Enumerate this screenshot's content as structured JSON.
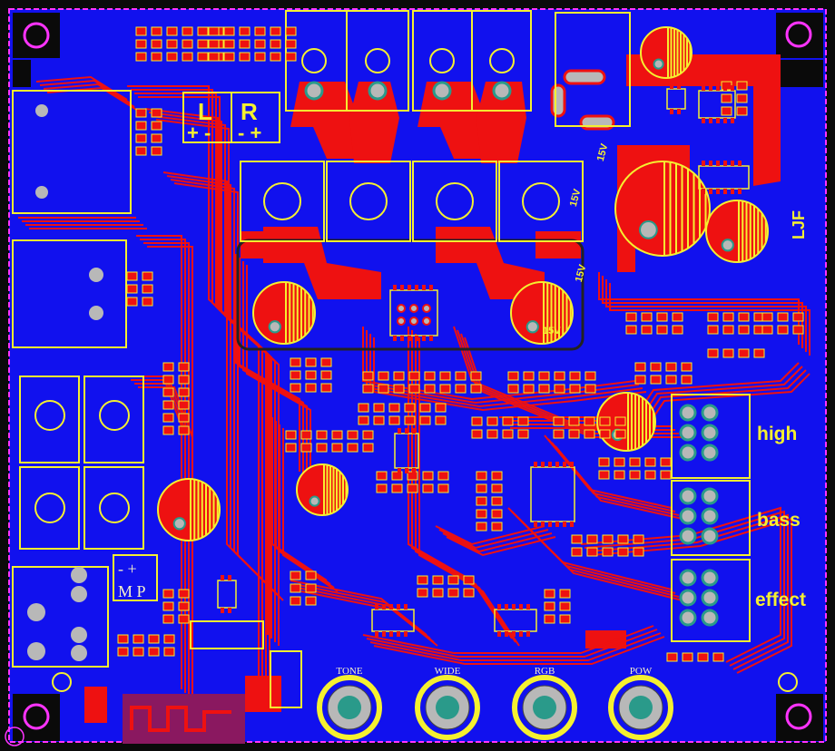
{
  "board": {
    "channel_label_left": "L",
    "channel_label_right": "R",
    "polarity_left": "+ -",
    "polarity_right": "- +",
    "switch_top": "- +",
    "switch_bottom": "M P",
    "voltage_marks": [
      "15V",
      "15V",
      "15V",
      "15V"
    ],
    "logo": "LJF"
  },
  "headers": {
    "high": "high",
    "bass": "bass",
    "effect": "effect"
  },
  "knobs": [
    {
      "label": "TONE"
    },
    {
      "label": "WIDE"
    },
    {
      "label": "RGB"
    },
    {
      "label": "POW"
    }
  ],
  "colors": {
    "copper_fill": "#1111ee",
    "top_trace": "#ee1111",
    "silkscreen": "#f5f030",
    "pad": "#b8b8b8",
    "board_edge": "#ff33ff",
    "antenna": "#8a1860"
  }
}
